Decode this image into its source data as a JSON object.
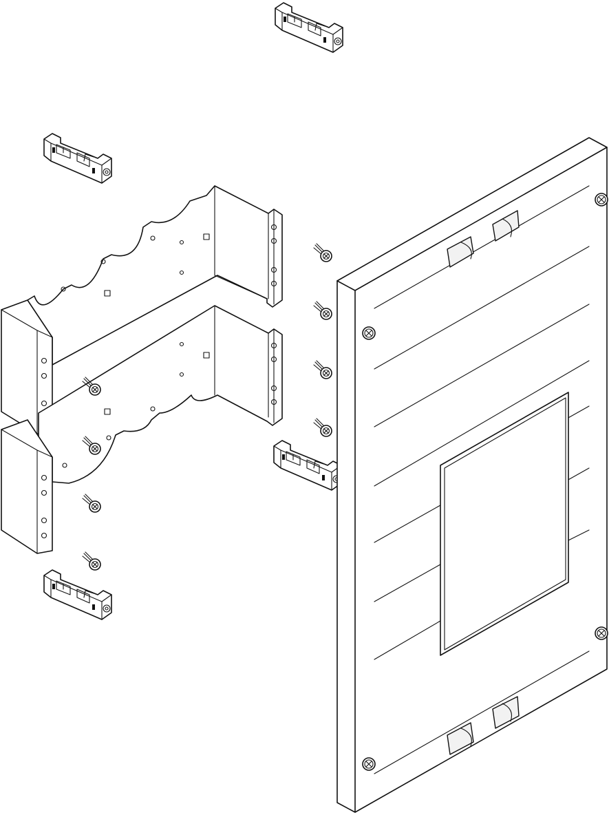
{
  "colors": {
    "line": "#111111",
    "paper": "#ffffff",
    "shade": "#f2f2f2"
  },
  "parts": {
    "cover_panel": {
      "screws": 4
    },
    "mounting_brackets": {
      "count": 2
    },
    "clip_holders": {
      "count": 4
    },
    "loose_screws": {
      "count": 8
    }
  }
}
